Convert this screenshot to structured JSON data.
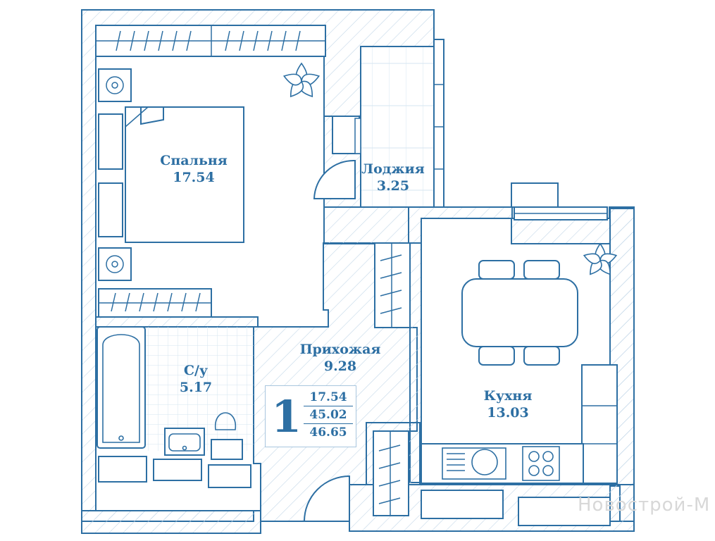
{
  "rooms": {
    "bedroom": {
      "name": "Спальня",
      "area": "17.54"
    },
    "loggia": {
      "name": "Лоджия",
      "area": "3.25"
    },
    "bathroom": {
      "name": "С/у",
      "area": "5.17"
    },
    "hallway": {
      "name": "Прихожая",
      "area": "9.28"
    },
    "kitchen": {
      "name": "Кухня",
      "area": "13.03"
    }
  },
  "summary": {
    "room_count": "1",
    "living_area": "17.54",
    "total_area": "45.02",
    "total_area_with_loggia": "46.65"
  },
  "watermark": "Новострой-М",
  "colors": {
    "line": "#2d6fa3",
    "hatch": "#b9d0e3",
    "tile": "#d6e5f1"
  },
  "icons": [
    "plant-icon",
    "plant-icon"
  ]
}
